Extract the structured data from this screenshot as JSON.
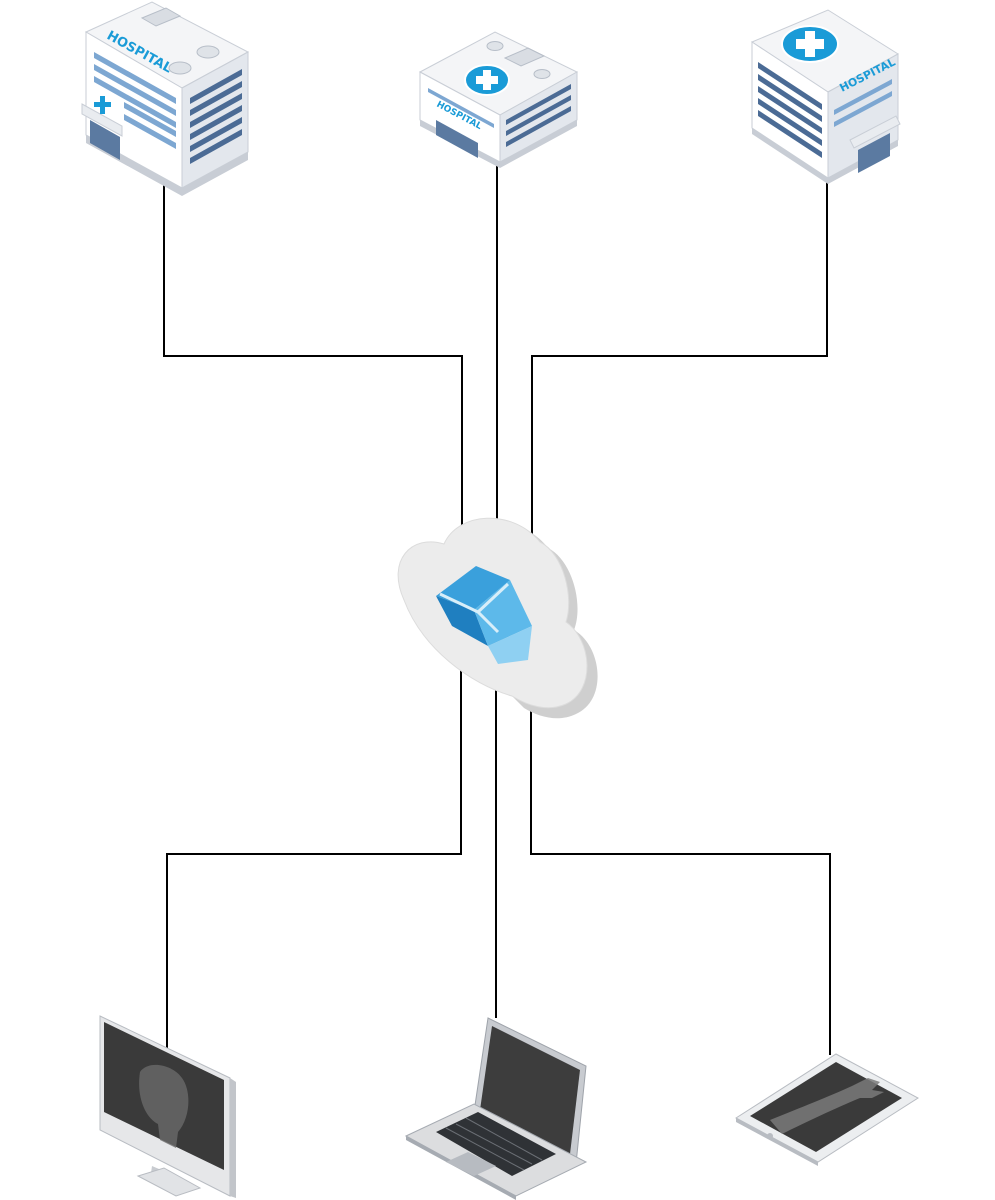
{
  "diagram": {
    "type": "cloud-network",
    "hub": {
      "icon": "cloud-logo-icon"
    },
    "colors": {
      "accent": "#1a9bd7",
      "line": "#000000",
      "cloud": "#ececec",
      "screen": "#3a3a3a"
    },
    "top_nodes": [
      {
        "id": "hospital-left",
        "icon": "hospital-building-icon",
        "sign": "HOSPITAL"
      },
      {
        "id": "hospital-center",
        "icon": "hospital-building-icon",
        "sign": "HOSPITAL"
      },
      {
        "id": "hospital-right",
        "icon": "hospital-building-icon",
        "sign": "HOSPITAL"
      }
    ],
    "bottom_nodes": [
      {
        "id": "desktop",
        "icon": "desktop-monitor-icon"
      },
      {
        "id": "laptop",
        "icon": "laptop-icon"
      },
      {
        "id": "tablet",
        "icon": "tablet-icon"
      }
    ]
  }
}
